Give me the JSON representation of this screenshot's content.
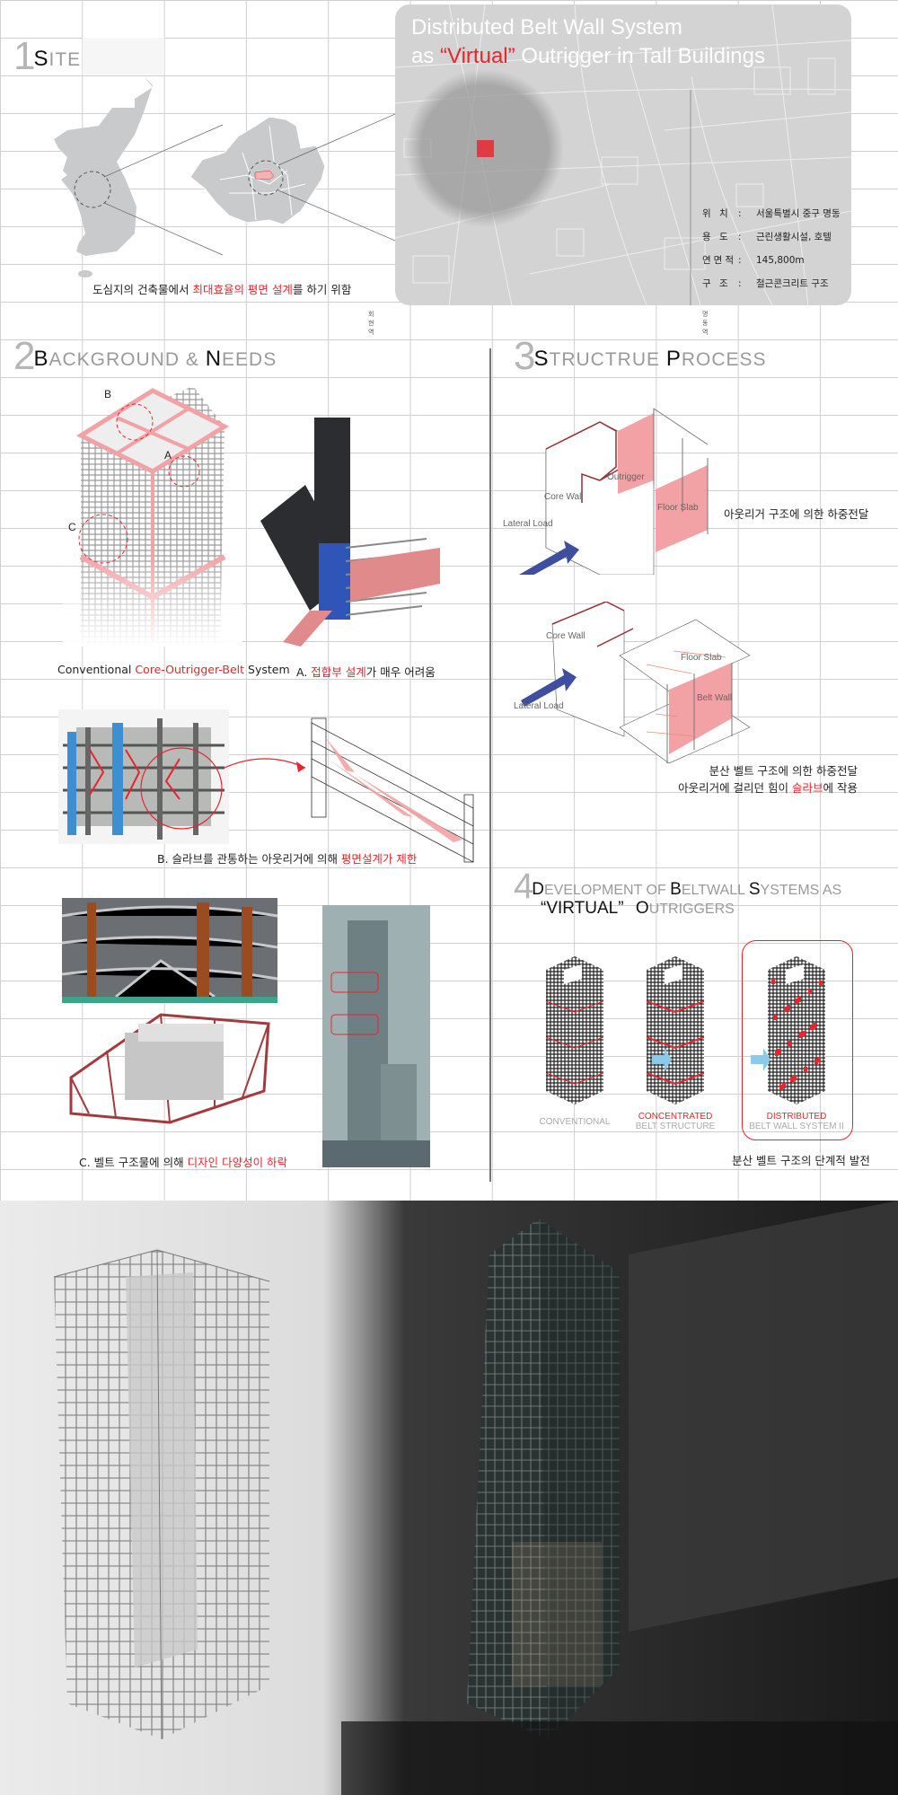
{
  "poster_title": {
    "line1": "Distributed Belt Wall System",
    "line2_pre": "as",
    "line2_highlight": "“Virtual”",
    "line2_post": "Outrigger in Tall Buildings"
  },
  "site": {
    "num": "1",
    "cap_letter": "S",
    "rest": "ITE",
    "caption_pre": "도심지의 건축물에서 ",
    "caption_highlight": "최대효율의 평면 설계",
    "caption_post": "를 하기 위함",
    "station_left": "회현역",
    "station_right": "명동역",
    "info": [
      {
        "key": "위 치",
        "value": "서울특별시 중구 명동"
      },
      {
        "key": "용 도",
        "value": "근린생활시설, 호텔"
      },
      {
        "key": "연면적",
        "value": "145,800m"
      },
      {
        "key": "구 조",
        "value": "철근콘크리트 구조"
      }
    ]
  },
  "background": {
    "num": "2",
    "w1_cap": "B",
    "w1_rest": "ACKGROUND & ",
    "w2_cap": "N",
    "w2_rest": "EEDS",
    "tower_labels": {
      "a": "A",
      "b": "B",
      "c": "C"
    },
    "caption_conventional_pre": "Conventional ",
    "caption_conventional_highlight": "Core-Outrigger-Belt",
    "caption_conventional_post": " System",
    "caption_a_pre": "A. ",
    "caption_a_highlight": "접합부 설계",
    "caption_a_post": "가 매우 어려움",
    "caption_b_pre": "B. 슬라브를 관통하는 아웃리거에 의해 ",
    "caption_b_highlight": "평면설계가 제한",
    "caption_c_pre": "C. 벨트 구조물에 의해 ",
    "caption_c_highlight": "디자인 다양성이 하락"
  },
  "process": {
    "num": "3",
    "w1_cap": "S",
    "w1_rest": "TRUCTRUE ",
    "w2_cap": "P",
    "w2_rest": "ROCESS",
    "d1_labels": {
      "core": "Core Wall",
      "outrigger": "Outrigger",
      "slab": "Floor Slab",
      "load": "Lateral Load"
    },
    "d1_caption": "아웃리거 구조에 의한 하중전달",
    "d2_labels": {
      "core": "Core Wall",
      "slab": "Floor Slab",
      "belt": "Belt Wall",
      "load": "Lateral Load"
    },
    "d2_caption_line1": "분산 벨트 구조에 의한 하중전달",
    "d2_caption_line2_pre": "아웃리거에 걸리던 힘이 ",
    "d2_caption_line2_highlight": "슬라브",
    "d2_caption_line2_post": "에 작용"
  },
  "development": {
    "num": "4",
    "l1": [
      {
        "cap": "D",
        "rest": "EVELOPMENT OF "
      },
      {
        "cap": "B",
        "rest": "ELTWALL "
      },
      {
        "cap": "S",
        "rest": "YSTEMS AS"
      }
    ],
    "l2_highlight": "“VIRTUAL”",
    "l2_cap": "O",
    "l2_rest": "UTRIGGERS",
    "stages": [
      {
        "title": "CONVENTIONAL",
        "subtitle": ""
      },
      {
        "title": "CONCENTRATED",
        "subtitle": "BELT STRUCTURE"
      },
      {
        "title": "DISTRIBUTED",
        "subtitle": "BELT WALL SYSTEM II"
      }
    ],
    "caption": "분산 벨트 구조의 단계적 발전"
  },
  "colors": {
    "accent": "#e8242c",
    "belt_pink": "#f2a2a4",
    "arrow_blue": "#8cc9ea",
    "load_blue": "#3f4fa0",
    "panel_gray": "#d3d3d3"
  }
}
